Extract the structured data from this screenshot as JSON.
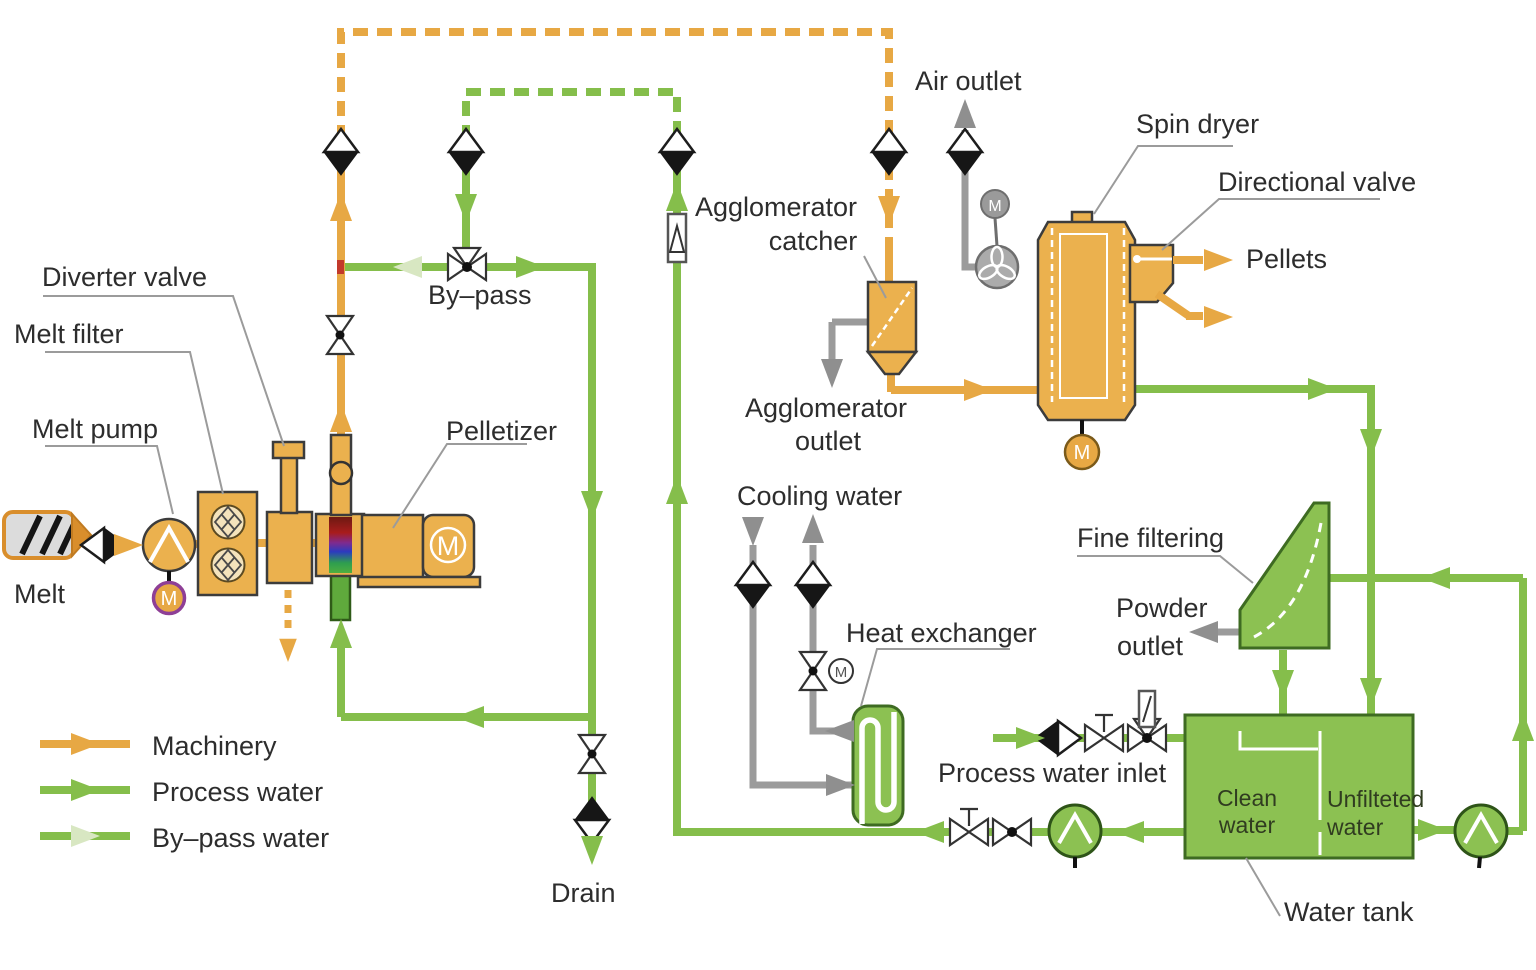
{
  "diagram": {
    "legend": {
      "items": [
        {
          "label": "Machinery",
          "line_color": "#E7A844",
          "arrow_color": "#E7A844"
        },
        {
          "label": "Process water",
          "line_color": "#85BE4B",
          "arrow_color": "#85BE4B"
        },
        {
          "label": "By–pass water",
          "line_color": "#85BE4B",
          "arrow_color": "#D8E7C2"
        }
      ]
    },
    "labels": {
      "melt": "Melt",
      "melt_pump": "Melt pump",
      "melt_filter": "Melt filter",
      "diverter_valve": "Diverter valve",
      "pelletizer": "Pelletizer",
      "bypass": "By–pass",
      "drain": "Drain",
      "air_outlet": "Air outlet",
      "agglomerator_catcher": [
        "Agglomerator",
        "catcher"
      ],
      "agglomerator_outlet": [
        "Agglomerator",
        "outlet"
      ],
      "spin_dryer": "Spin dryer",
      "directional_valve": "Directional valve",
      "pellets": "Pellets",
      "cooling_water": "Cooling water",
      "heat_exchanger": "Heat exchanger",
      "fine_filtering": "Fine filtering",
      "powder_outlet": [
        "Powder",
        "outlet"
      ],
      "process_water_inlet": "Process water inlet",
      "clean_water": [
        "Clean",
        "water"
      ],
      "unfiltered_water": [
        "Unfilteted",
        "water"
      ],
      "water_tank": "Water tank"
    },
    "icons": {
      "motor_label": "M"
    },
    "colors": {
      "machinery": "#E7A844",
      "process_water": "#85BE4B",
      "bypass_water": "#D8E7C2",
      "utility_gray": "#9B9B9B",
      "vessel_green": "#8CC152",
      "background": "#FFFFFF"
    }
  }
}
